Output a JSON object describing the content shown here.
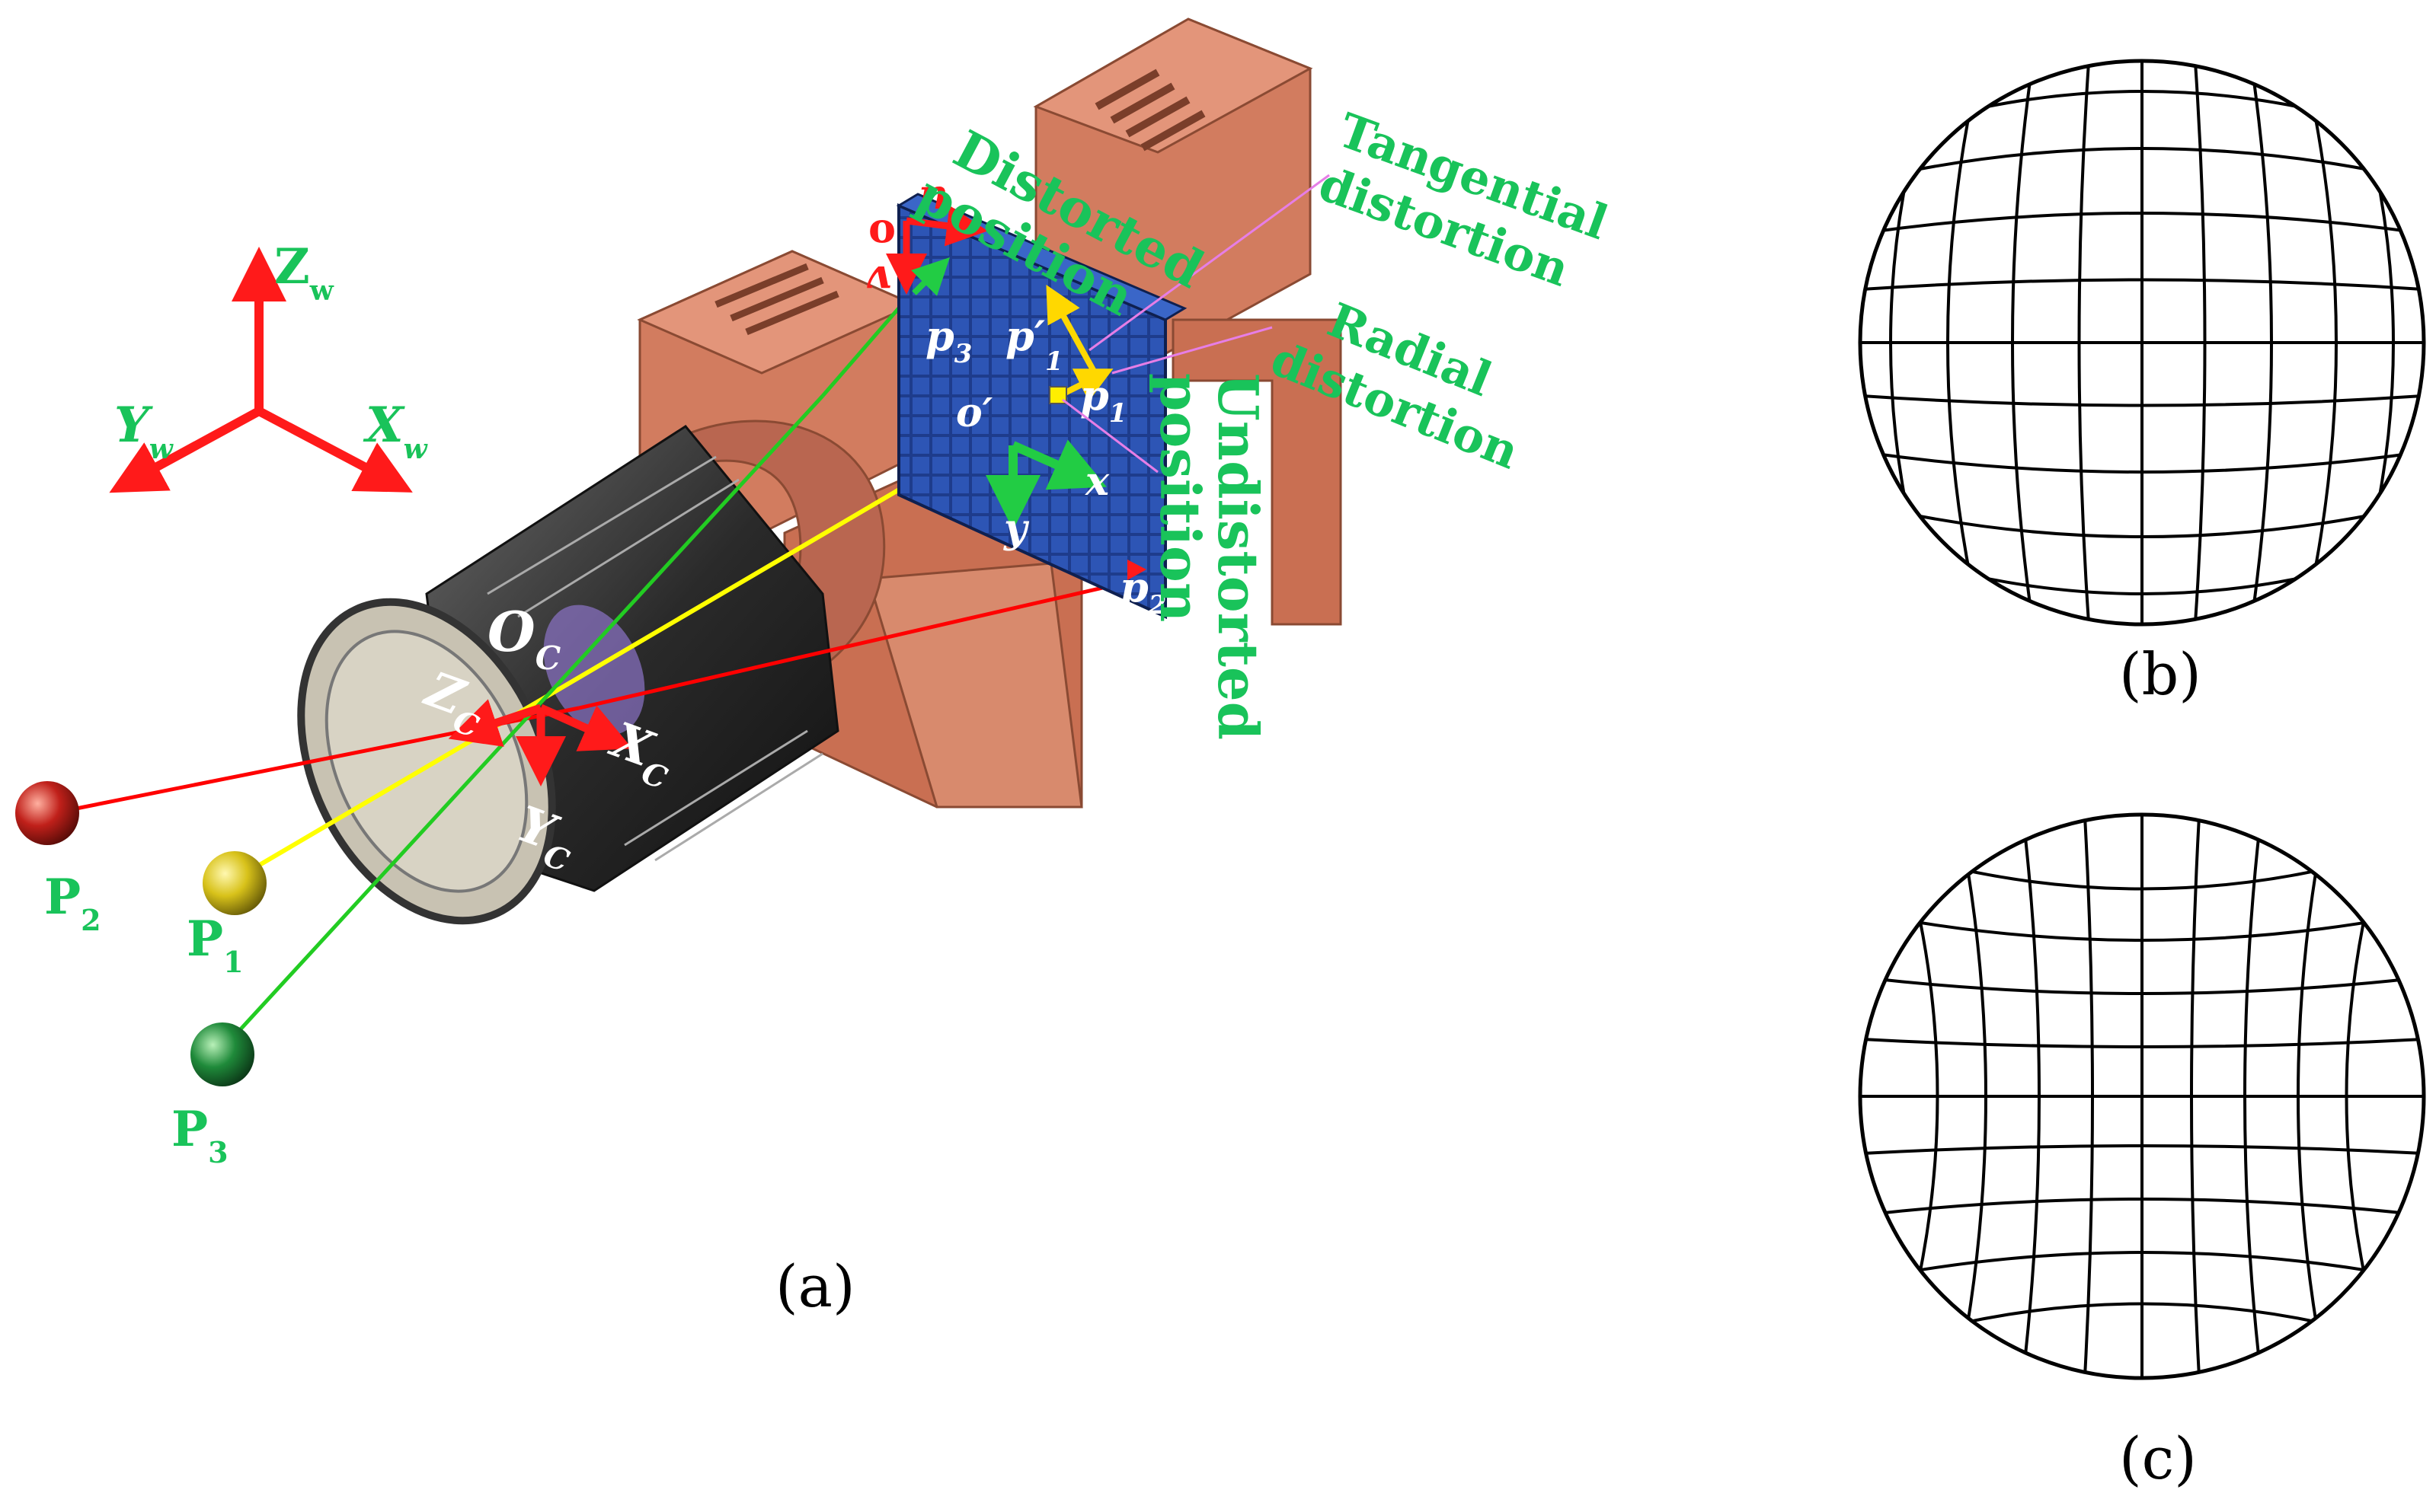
{
  "panel_a": {
    "caption": "(a)",
    "world_axes": {
      "z": "Z",
      "z_sub": "w",
      "y": "Y",
      "y_sub": "w",
      "x": "X",
      "x_sub": "w"
    },
    "camera_axes": {
      "origin": "O",
      "origin_sub": "C",
      "z": "Z",
      "z_sub": "C",
      "x": "X",
      "x_sub": "C",
      "y": "Y",
      "y_sub": "C"
    },
    "image_plane": {
      "pixel_origin": "o",
      "u": "u",
      "v": "v",
      "principal_point": "o′",
      "x": "x",
      "y": "y",
      "p1": "p",
      "p1_sub": "1",
      "p1_distorted": "p′",
      "p1_distorted_sub": "1",
      "p2": "p",
      "p2_sub": "2",
      "p3": "p",
      "p3_sub": "3"
    },
    "annotations": {
      "distorted_line1": "Distorted",
      "distorted_line2": "position",
      "undistorted_line1": "Undistorted",
      "undistorted_line2": "position",
      "tangential_line1": "Tangential",
      "tangential_line2": "distortion",
      "radial_line1": "Radial",
      "radial_line2": "distortion"
    },
    "world_points": [
      {
        "label": "P",
        "sub": "2",
        "color": "#c0201a"
      },
      {
        "label": "P",
        "sub": "1",
        "color": "#d8c21a"
      },
      {
        "label": "P",
        "sub": "3",
        "color": "#1f8a3a"
      }
    ],
    "ray_colors": {
      "p1": "#ffff00",
      "p2": "#ff0000",
      "p3": "#22cc22"
    }
  },
  "panel_b": {
    "caption": "(b)",
    "distortion": "barrel"
  },
  "panel_c": {
    "caption": "(c)",
    "distortion": "pincushion"
  },
  "colors": {
    "label_green": "#19c35a",
    "axis_red": "#ff1a1a",
    "camera_copper": "#d27c5f",
    "sensor_blue": "#1e3c8c"
  }
}
